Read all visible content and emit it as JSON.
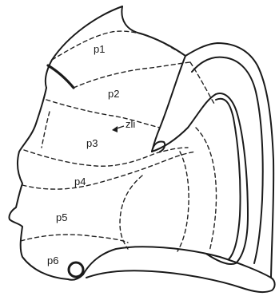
{
  "diagram": {
    "labels": {
      "p1": "p1",
      "p2": "p2",
      "p3": "p3",
      "p4": "p4",
      "p5": "p5",
      "p6": "p6",
      "zli": "zli"
    }
  }
}
